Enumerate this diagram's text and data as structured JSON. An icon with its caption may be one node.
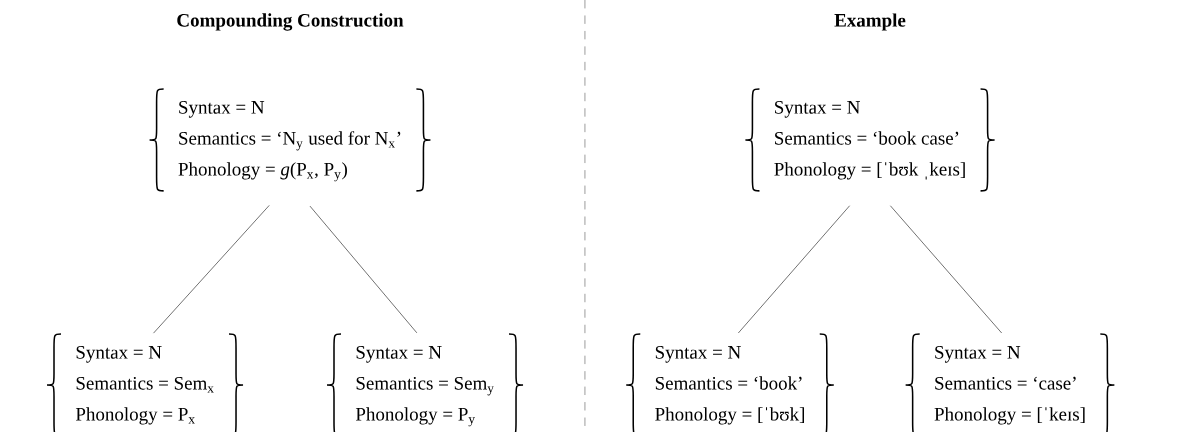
{
  "diagram": {
    "nodes": [
      {
        "text": [
          "Syntax = N",
          "Semantics = ‘N$_{y}$ used for N$_{x}$’",
          "Phonology = *g*(P$_{x}$, P$_{y}$)"
        ]
      },
      {
        "text": [
          "Syntax = N",
          "Semantics = ‘book case’",
          "Phonology = [ˈbʊk ˌkeɪs]"
        ]
      },
      {
        "text": [
          "Syntax = N",
          "Semantics = Sem$_{x}$",
          "Phonology = P$_{x}$"
        ]
      },
      {
        "text": [
          "Syntax = N",
          "Semantics = Sem$_{y}$",
          "Phonology = P$_{y}$"
        ]
      },
      {
        "text": [
          "Syntax = N",
          "Semantics = ‘book’",
          "Phonology = [ˈbʊk]"
        ]
      },
      {
        "text": [
          "Syntax = N",
          "Semantics = ‘case’",
          "Phonology = [ˈkeɪs]"
        ]
      }
    ],
    "edges": [
      {
        "from": 0,
        "to": 2,
        "arrow": "none"
      },
      {
        "from": 0,
        "to": 3,
        "arrow": "none"
      },
      {
        "from": 1,
        "to": 4,
        "arrow": "none"
      },
      {
        "from": 1,
        "to": 5,
        "arrow": "none"
      }
    ],
    "labels": [
      "Compounding Construction",
      "Example"
    ]
  }
}
